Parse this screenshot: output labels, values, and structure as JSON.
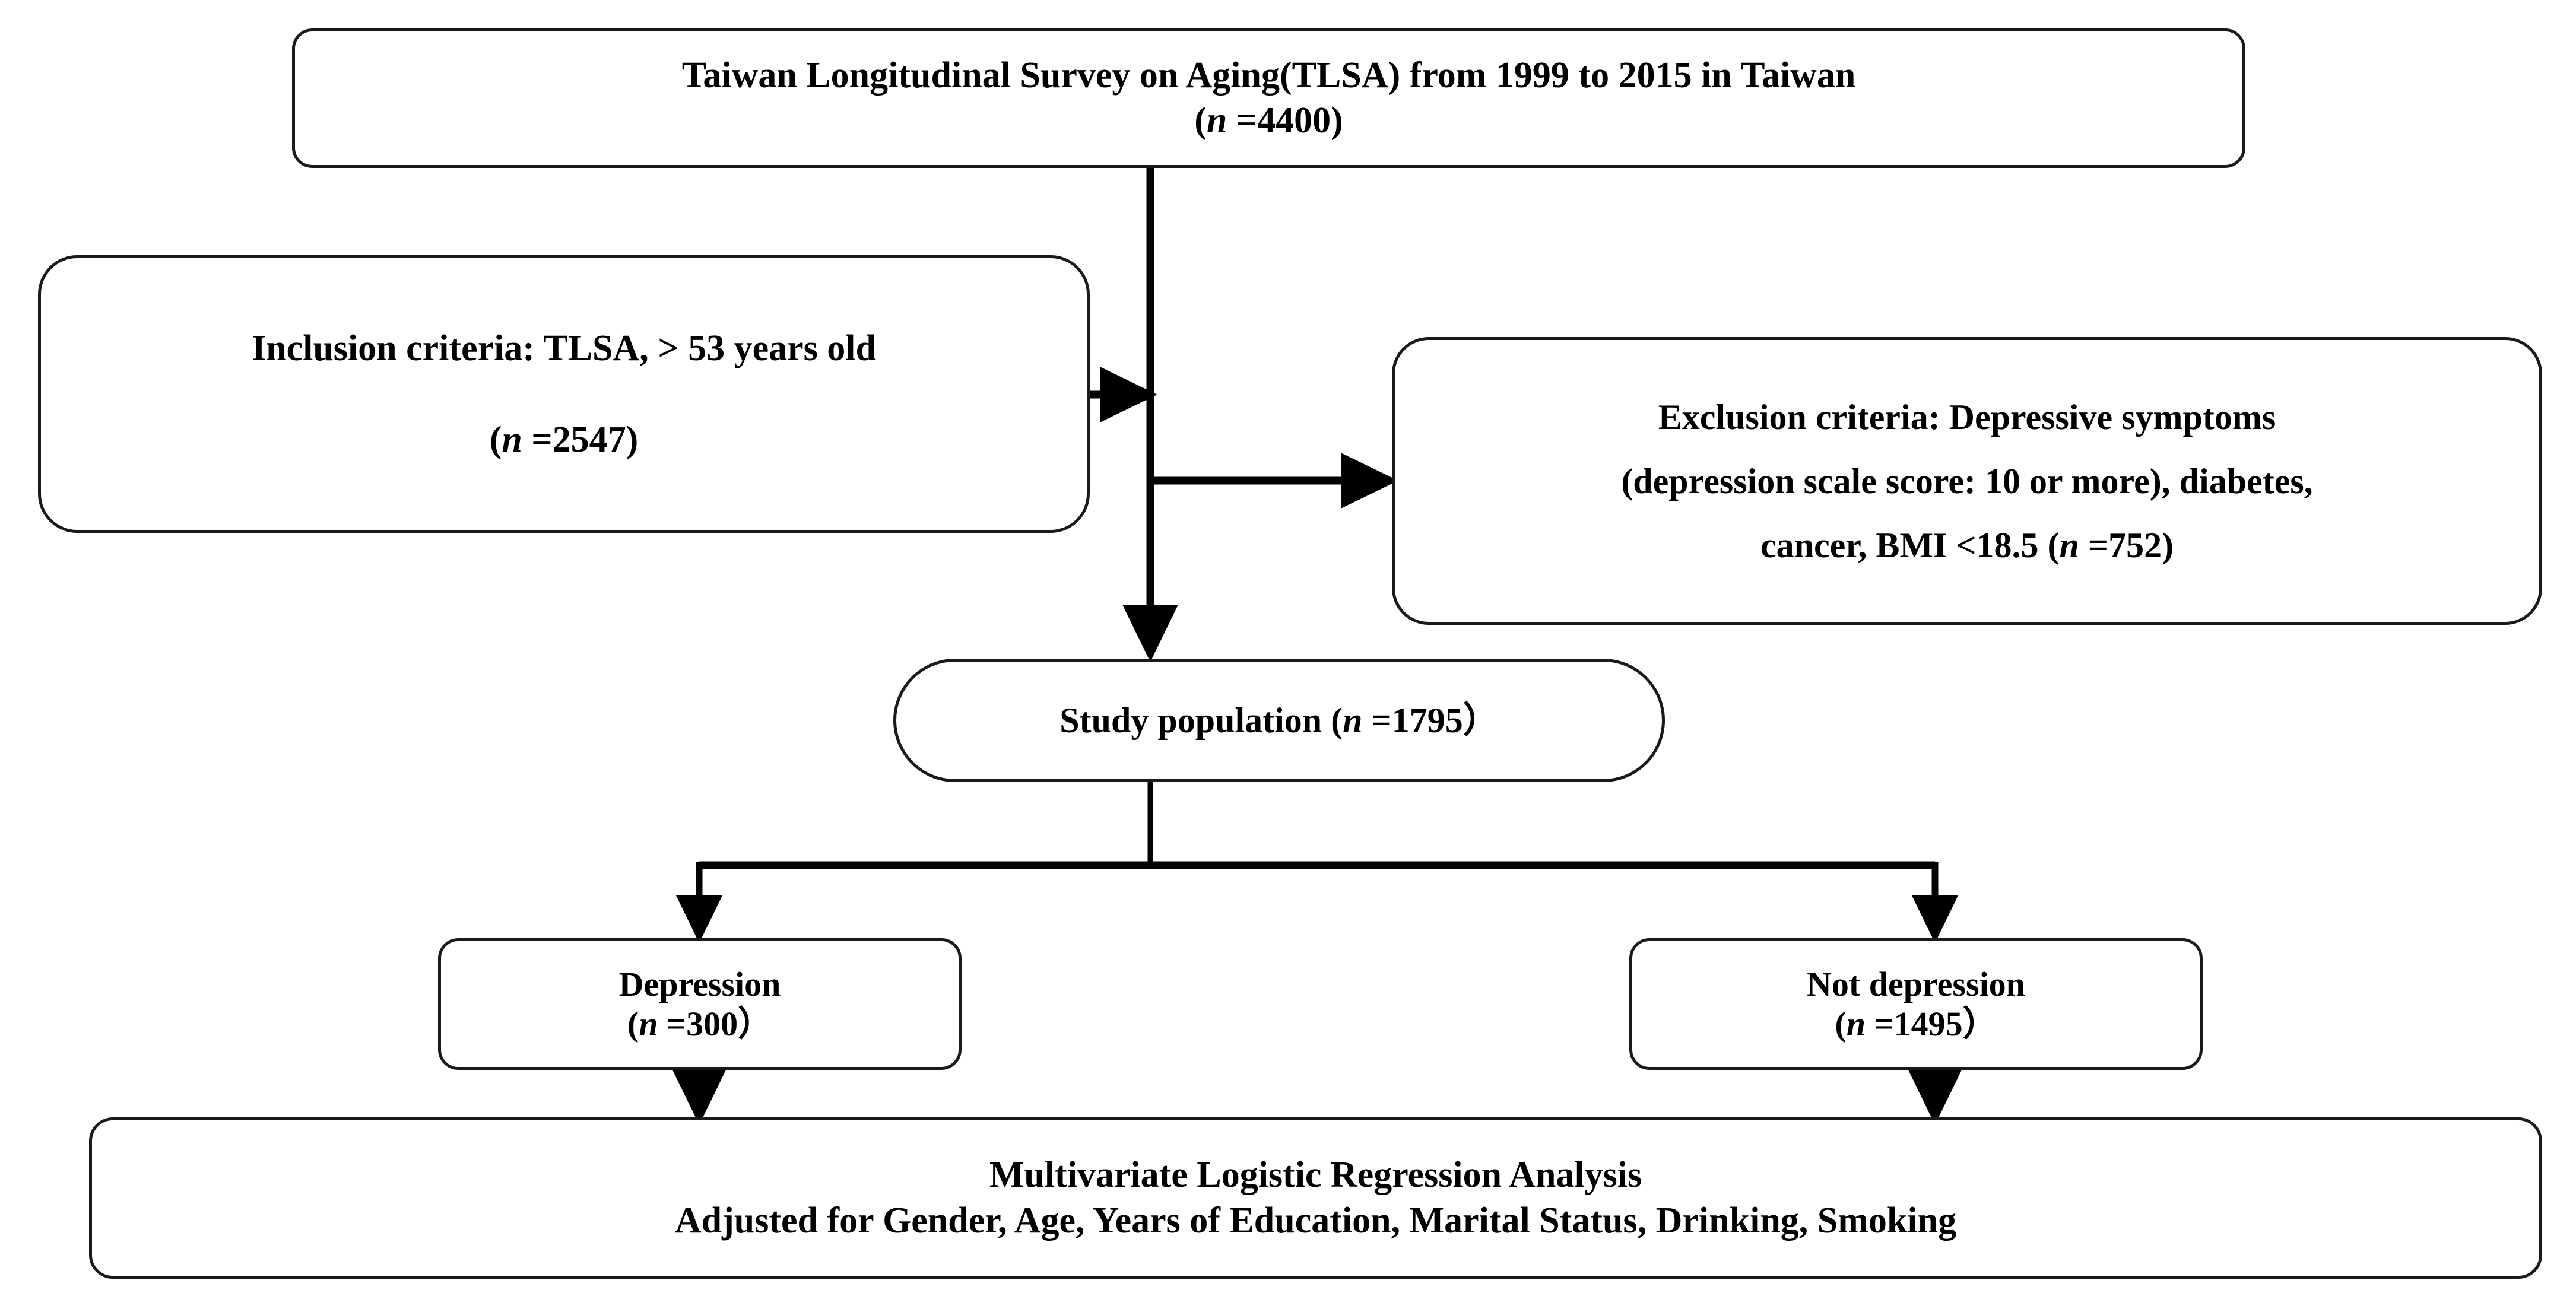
{
  "diagram": {
    "title": "Study population flow diagram",
    "type": "flowchart",
    "stroke_color": "#1a1a1a",
    "background_color": "#ffffff",
    "nodes": {
      "source": {
        "name": "data-source-box",
        "line1": "Taiwan Longitudinal Survey on Aging(TLSA) from 1999 to 2015 in Taiwan",
        "line2": "(n =4400)",
        "n": 4400
      },
      "inclusion": {
        "name": "inclusion-criteria-box",
        "line1": "Inclusion criteria: TLSA, > 53 years old",
        "line2": "(n =2547)",
        "n": 2547
      },
      "exclusion": {
        "name": "exclusion-criteria-box",
        "line1": "Exclusion criteria: Depressive symptoms",
        "line2": "(depression scale score: 10 or more), diabetes,",
        "line3": "cancer, BMI <18.5 (n =752)",
        "n": 752
      },
      "study": {
        "name": "study-population-box",
        "line1": "Study population (n =1795）",
        "n": 1795
      },
      "depression": {
        "name": "depression-group-box",
        "line1": "Depression",
        "line2": "(n =300）",
        "n": 300
      },
      "not_depression": {
        "name": "not-depression-group-box",
        "line1": "Not depression",
        "line2": "(n =1495）",
        "n": 1495
      },
      "analysis": {
        "name": "analysis-box",
        "line1": "Multivariate Logistic Regression Analysis",
        "line2": "Adjusted for Gender, Age, Years of Education, Marital Status, Drinking, Smoking"
      }
    },
    "connectors": [
      {
        "id": "source-to-study",
        "from": "source",
        "to": "study",
        "direction": "down"
      },
      {
        "id": "inclusion-to-trunk",
        "from": "inclusion",
        "to": "trunk",
        "direction": "right"
      },
      {
        "id": "trunk-to-exclusion",
        "from": "trunk",
        "to": "exclusion",
        "direction": "right"
      },
      {
        "id": "study-to-depression",
        "from": "study",
        "to": "depression",
        "direction": "down-left"
      },
      {
        "id": "study-to-not-depression",
        "from": "study",
        "to": "not_depression",
        "direction": "down-right"
      },
      {
        "id": "depression-to-analysis",
        "from": "depression",
        "to": "analysis",
        "direction": "down"
      },
      {
        "id": "not-depression-to-analysis",
        "from": "not_depression",
        "to": "analysis",
        "direction": "down"
      }
    ]
  }
}
